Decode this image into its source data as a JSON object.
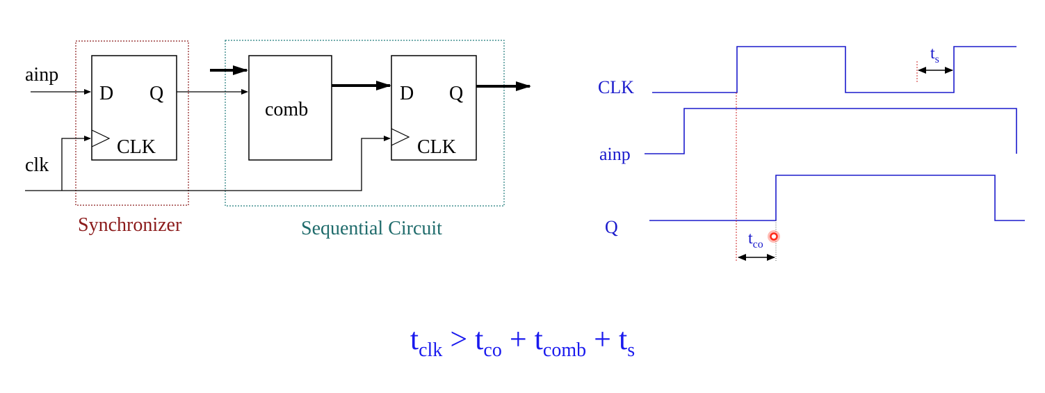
{
  "colors": {
    "wire": "#000000",
    "synchronizer_box": "#8b1a1a",
    "sequential_box": "#1f7a7a",
    "timing": "#1a1acc",
    "marker": "#cc2222",
    "pointer": "#ff2a1a",
    "equation": "#1a1aee"
  },
  "circuit": {
    "input_label": "ainp",
    "clock_label": "clk",
    "synchronizer_label": "Synchronizer",
    "sequential_label": "Sequential Circuit",
    "ff1": {
      "d": "D",
      "q": "Q",
      "clk": "CLK"
    },
    "comb": "comb",
    "ff2": {
      "d": "D",
      "q": "Q",
      "clk": "CLK"
    }
  },
  "timing": {
    "signals": [
      "CLK",
      "ainp",
      "Q"
    ],
    "ts": {
      "t": "t",
      "sub": "s"
    },
    "tco": {
      "t": "t",
      "sub": "co"
    }
  },
  "equation": {
    "t1": "t",
    "s1": "clk",
    "op1": " > ",
    "t2": "t",
    "s2": "co",
    "op2": " + ",
    "t3": "t",
    "s3": "comb",
    "op3": " + ",
    "t4": "t",
    "s4": "s"
  }
}
